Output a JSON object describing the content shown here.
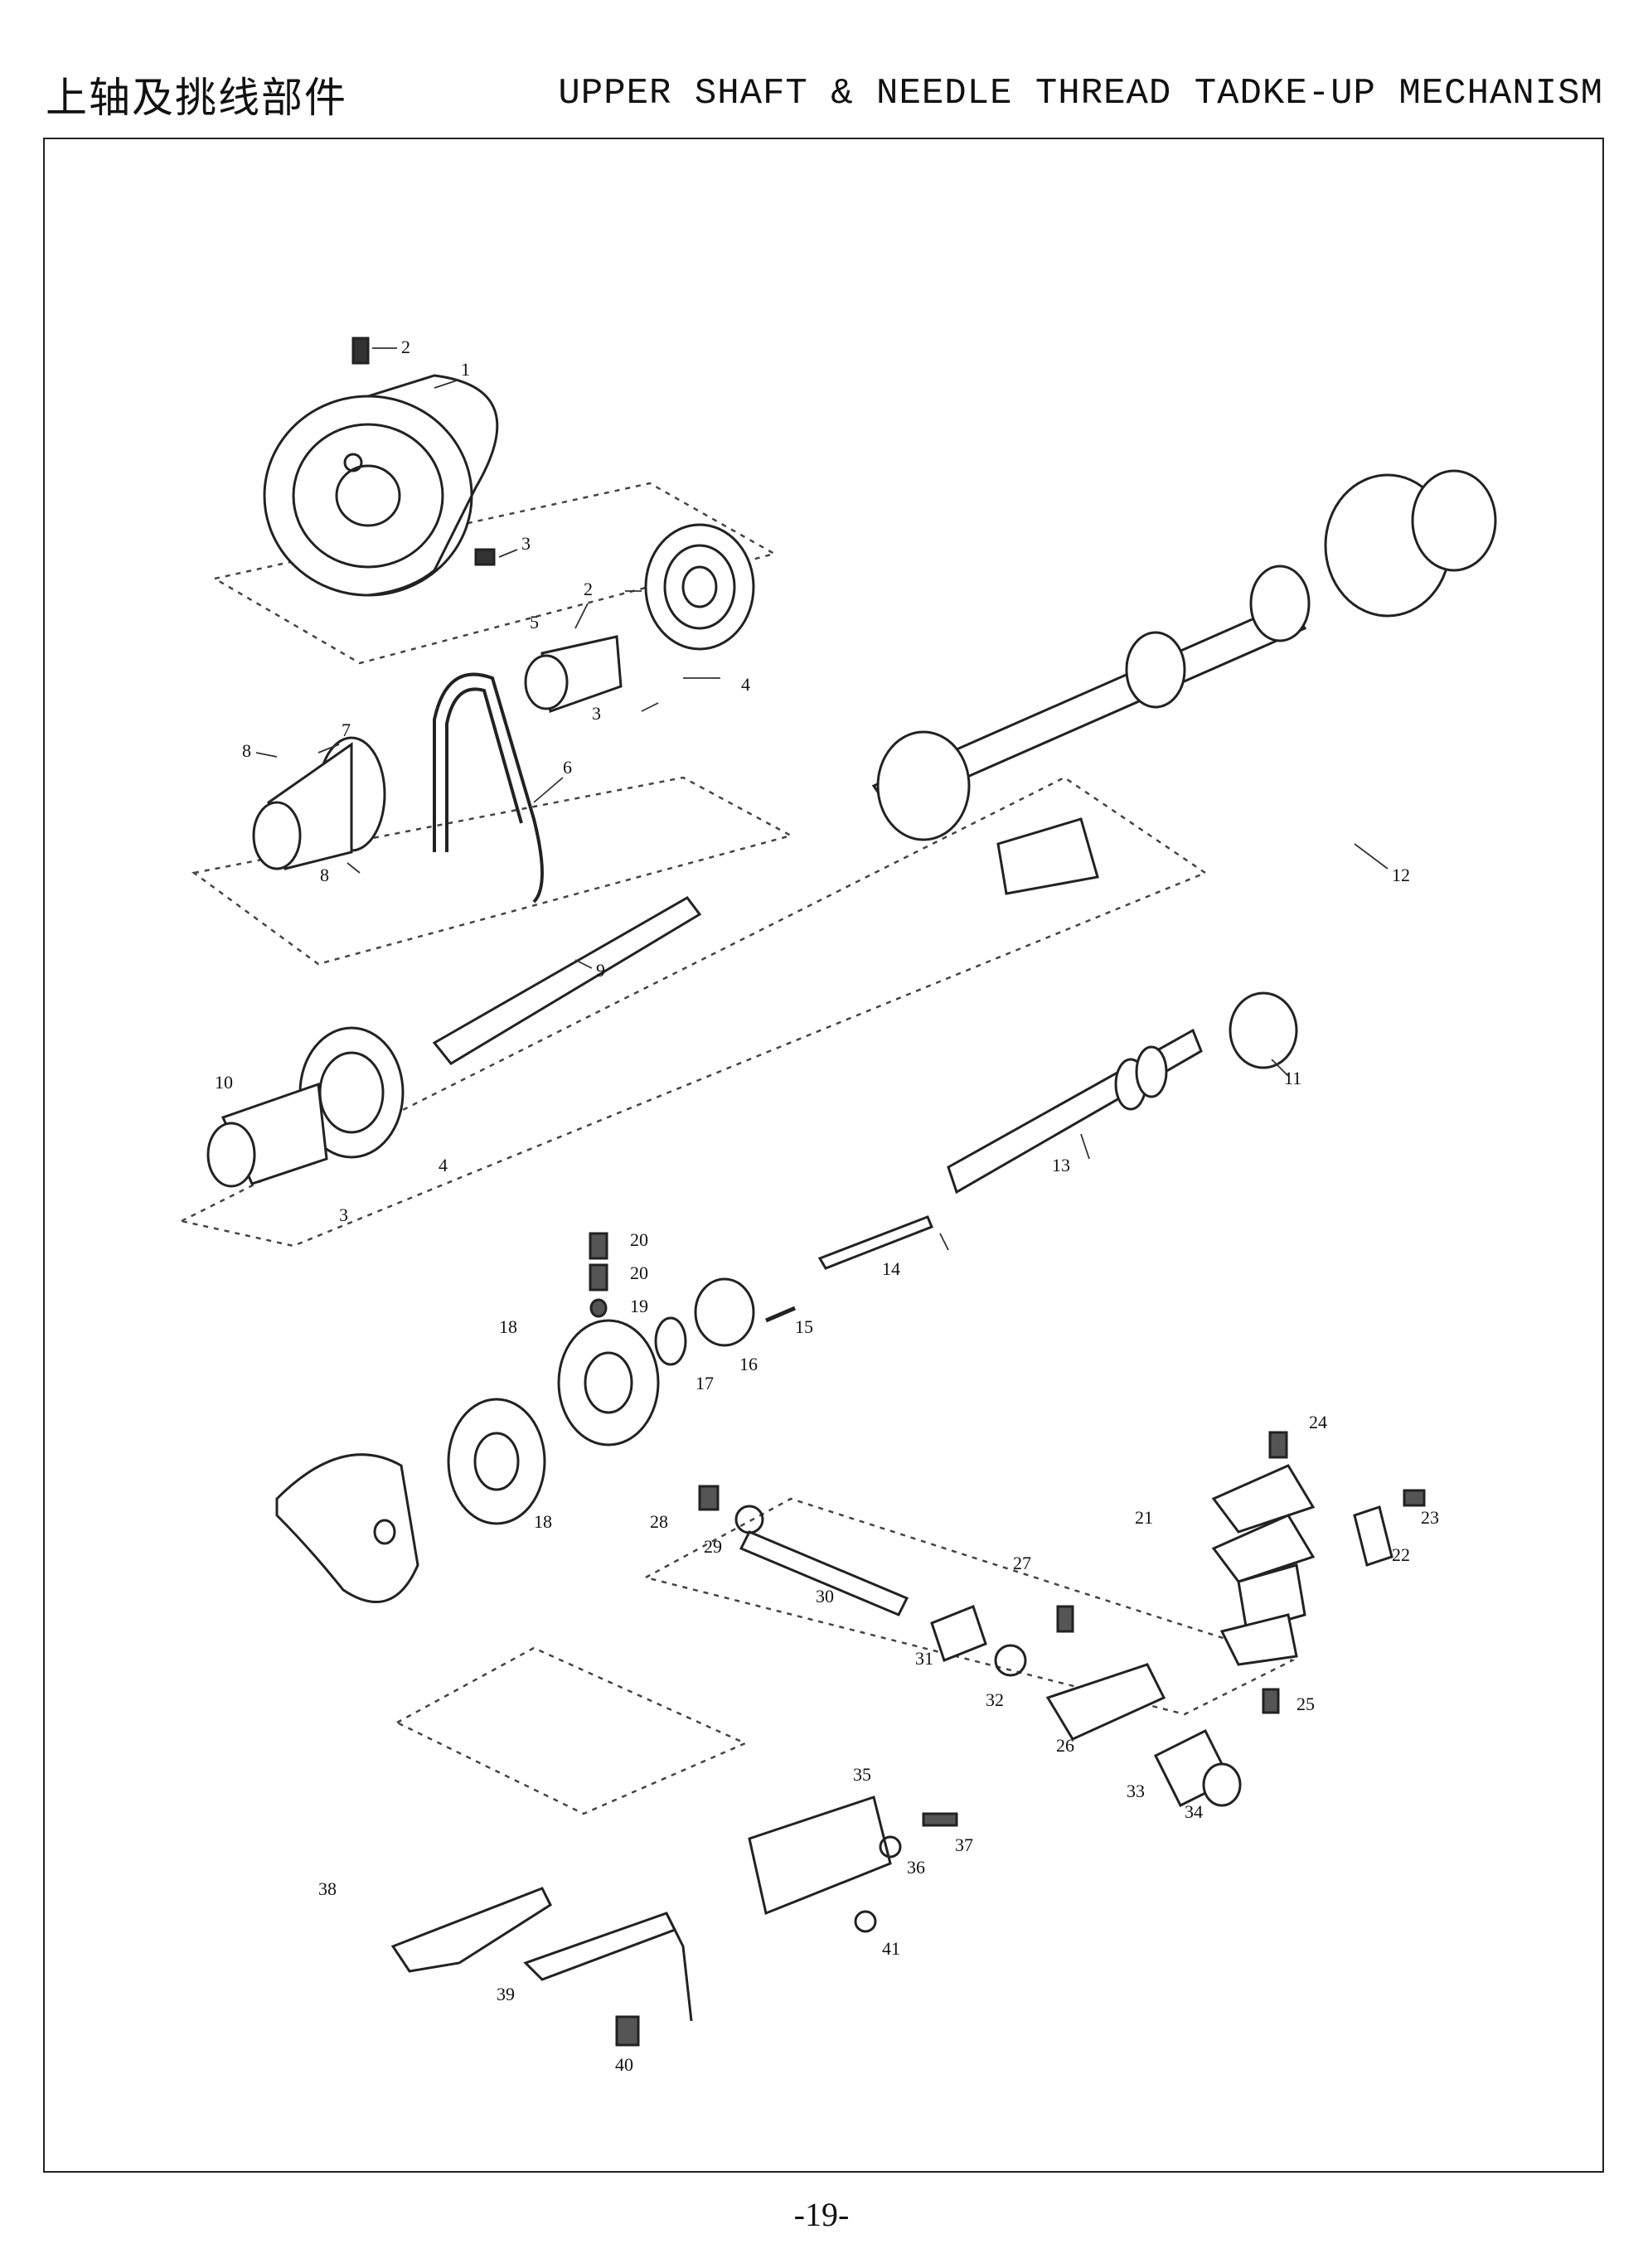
{
  "header": {
    "title_cn": "上轴及挑线部件",
    "title_en": "UPPER SHAFT & NEEDLE THREAD TADKE-UP MECHANISM"
  },
  "diagram": {
    "part_numbers": [
      "2",
      "1",
      "3",
      "2",
      "5",
      "4",
      "3",
      "8",
      "7",
      "6",
      "8",
      "9",
      "12",
      "11",
      "13",
      "10",
      "4",
      "3",
      "20",
      "20",
      "19",
      "14",
      "15",
      "16",
      "18",
      "17",
      "18",
      "24",
      "23",
      "21",
      "22",
      "28",
      "29",
      "30",
      "27",
      "31",
      "32",
      "25",
      "26",
      "33",
      "34",
      "35",
      "37",
      "36",
      "41",
      "38",
      "39",
      "40"
    ]
  },
  "footer": {
    "page_number": "-19-"
  }
}
